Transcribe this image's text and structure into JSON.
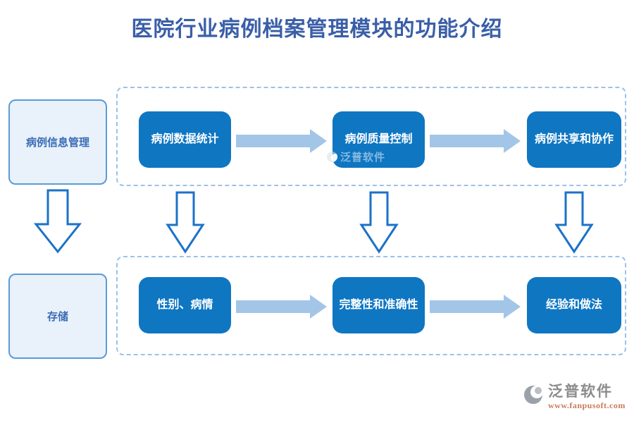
{
  "title": "医院行业病例档案管理模块的功能介绍",
  "left_column": {
    "source_box": "病例信息管理",
    "storage_box": "存储"
  },
  "top_group": {
    "steps": [
      "病例数据统计",
      "病例质量控制",
      "病例共享和协作"
    ]
  },
  "bottom_group": {
    "steps": [
      "性别、病情",
      "完整性和准确性",
      "经验和做法"
    ]
  },
  "watermark": {
    "text": "泛普软件"
  },
  "logo": {
    "name": "泛普软件",
    "url": "www.fanpusoft.com"
  },
  "colors": {
    "title_blue": "#3A5FA8",
    "button_blue": "#0F76C2",
    "connector_light_blue": "#A3C6E8",
    "arrow_outline_blue": "#1B72C8",
    "box_background": "#E9F1FA",
    "box_border": "#5B9BD5",
    "dashed_border": "#9CC2E8",
    "logo_gray": "#8C8C8C",
    "logo_url_orange": "#C97C5B"
  }
}
